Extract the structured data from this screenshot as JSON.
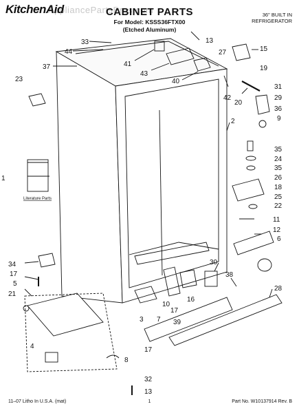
{
  "header": {
    "brand": "KitchenAid",
    "title": "CABINET PARTS",
    "model_line": "For Model: KSSS36FTX00",
    "finish_line": "(Etched Aluminum)",
    "type_line1": "36\" BUILT IN",
    "type_line2": "REFRIGERATOR",
    "watermark": "AppliancePartsPros.com"
  },
  "literature_label": "Literature Parts",
  "callouts": {
    "c1": "1",
    "c2": "2",
    "c3": "3",
    "c4": "4",
    "c5": "5",
    "c6": "6",
    "c7": "7",
    "c8": "8",
    "c9": "9",
    "c10": "10",
    "c11": "11",
    "c12": "12",
    "c13a": "13",
    "c13b": "13",
    "c15": "15",
    "c16": "16",
    "c17a": "17",
    "c17b": "17",
    "c17c": "17",
    "c18": "18",
    "c19": "19",
    "c20": "20",
    "c21": "21",
    "c22": "22",
    "c23": "23",
    "c24": "24",
    "c25": "25",
    "c26": "26",
    "c27": "27",
    "c28": "28",
    "c29": "29",
    "c30": "30",
    "c31": "31",
    "c32": "32",
    "c33": "33",
    "c34": "34",
    "c35a": "35",
    "c35b": "35",
    "c36": "36",
    "c37": "37",
    "c38": "38",
    "c39": "39",
    "c40": "40",
    "c41": "41",
    "c42": "42",
    "c43": "43",
    "c44": "44"
  },
  "footer": {
    "left": "11–07 Litho In U.S.A. (mat)",
    "center": "1",
    "right": "Part No. W10137914 Rev. B"
  }
}
